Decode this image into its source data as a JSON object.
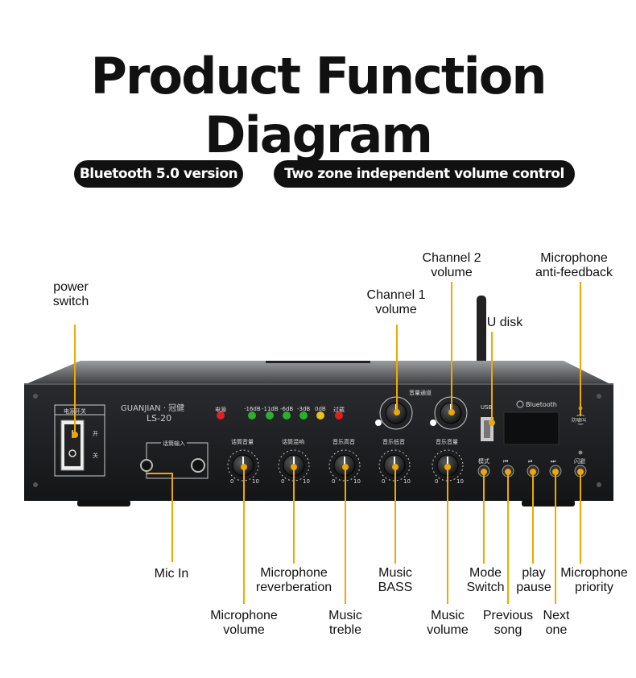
{
  "title": "Product Function Diagram",
  "badges": {
    "bluetooth": "Bluetooth 5.0 version",
    "zones": "Two zone independent volume control"
  },
  "device": {
    "brand": "GUANJIAN · 冠健",
    "model": "LS-20",
    "power_panel": "电源开关",
    "power_on": "开",
    "power_off": "关",
    "mic_input": "话筒输入",
    "channel_title": "音量通道",
    "bluetooth_label": "Bluetooth",
    "usb_label": "USB",
    "leds": [
      "电源",
      "-16dB",
      "-11dB",
      "-6dB",
      "-3dB",
      "0dB",
      "过载"
    ],
    "knobs": [
      "话筒音量",
      "话筒混响",
      "音乐高音",
      "音乐低音",
      "音乐音量"
    ],
    "buttons": [
      "模式",
      "防啸叫",
      "闪避"
    ],
    "scale_min": "0",
    "scale_max": "10"
  },
  "labels": {
    "power_switch": "power\nswitch",
    "channel1": "Channel 1\nvolume",
    "channel2": "Channel 2\nvolume",
    "u_disk": "U disk",
    "mic_anti_feedback": "Microphone\nanti-feedback",
    "mic_in": "Mic In",
    "mic_reverb": "Microphone\nreverberation",
    "mic_volume": "Microphone\nvolume",
    "music_treble": "Music\ntreble",
    "music_bass": "Music\nBASS",
    "music_volume": "Music\nvolume",
    "mode_switch": "Mode\nSwitch",
    "previous_song": "Previous\nsong",
    "play_pause": "play\npause",
    "next_one": "Next\none",
    "mic_priority": "Microphone\npriority"
  },
  "colors": {
    "accent_line": "#f0a800",
    "panel": "#1c1d20",
    "pill": "#111111"
  }
}
